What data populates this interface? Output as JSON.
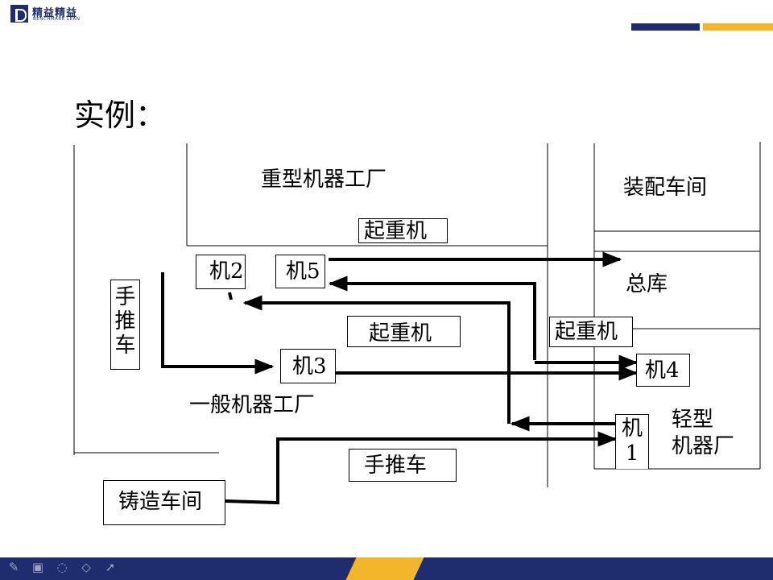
{
  "header": {
    "logo_text_cn": "精益精益",
    "logo_text_en": "BENCHMARK LEAN",
    "accent_navy": "#1f2c6e",
    "accent_gold": "#f3b62b"
  },
  "title": "实例：",
  "diagram": {
    "areas": {
      "heavy_machine_factory": "重型机器工厂",
      "assembly_workshop": "装配车间",
      "main_warehouse": "总库",
      "general_machine_factory": "一般机器工厂",
      "light_machine_factory": "轻型\n机器厂"
    },
    "crane_1": "起重机",
    "crane_2": "起重机",
    "crane_3": "起重机",
    "handcart_vertical": "手\n推\n车",
    "handcart_horizontal": "手推车",
    "casting_workshop": "铸造车间",
    "machines": {
      "m1": "机\n1",
      "m2": "机2",
      "m3": "机3",
      "m4": "机4",
      "m5": "机5"
    }
  },
  "footer": {
    "tool_icons": [
      "pen-icon",
      "save-icon",
      "eraser-icon",
      "highlighter-icon",
      "pointer-icon"
    ]
  }
}
